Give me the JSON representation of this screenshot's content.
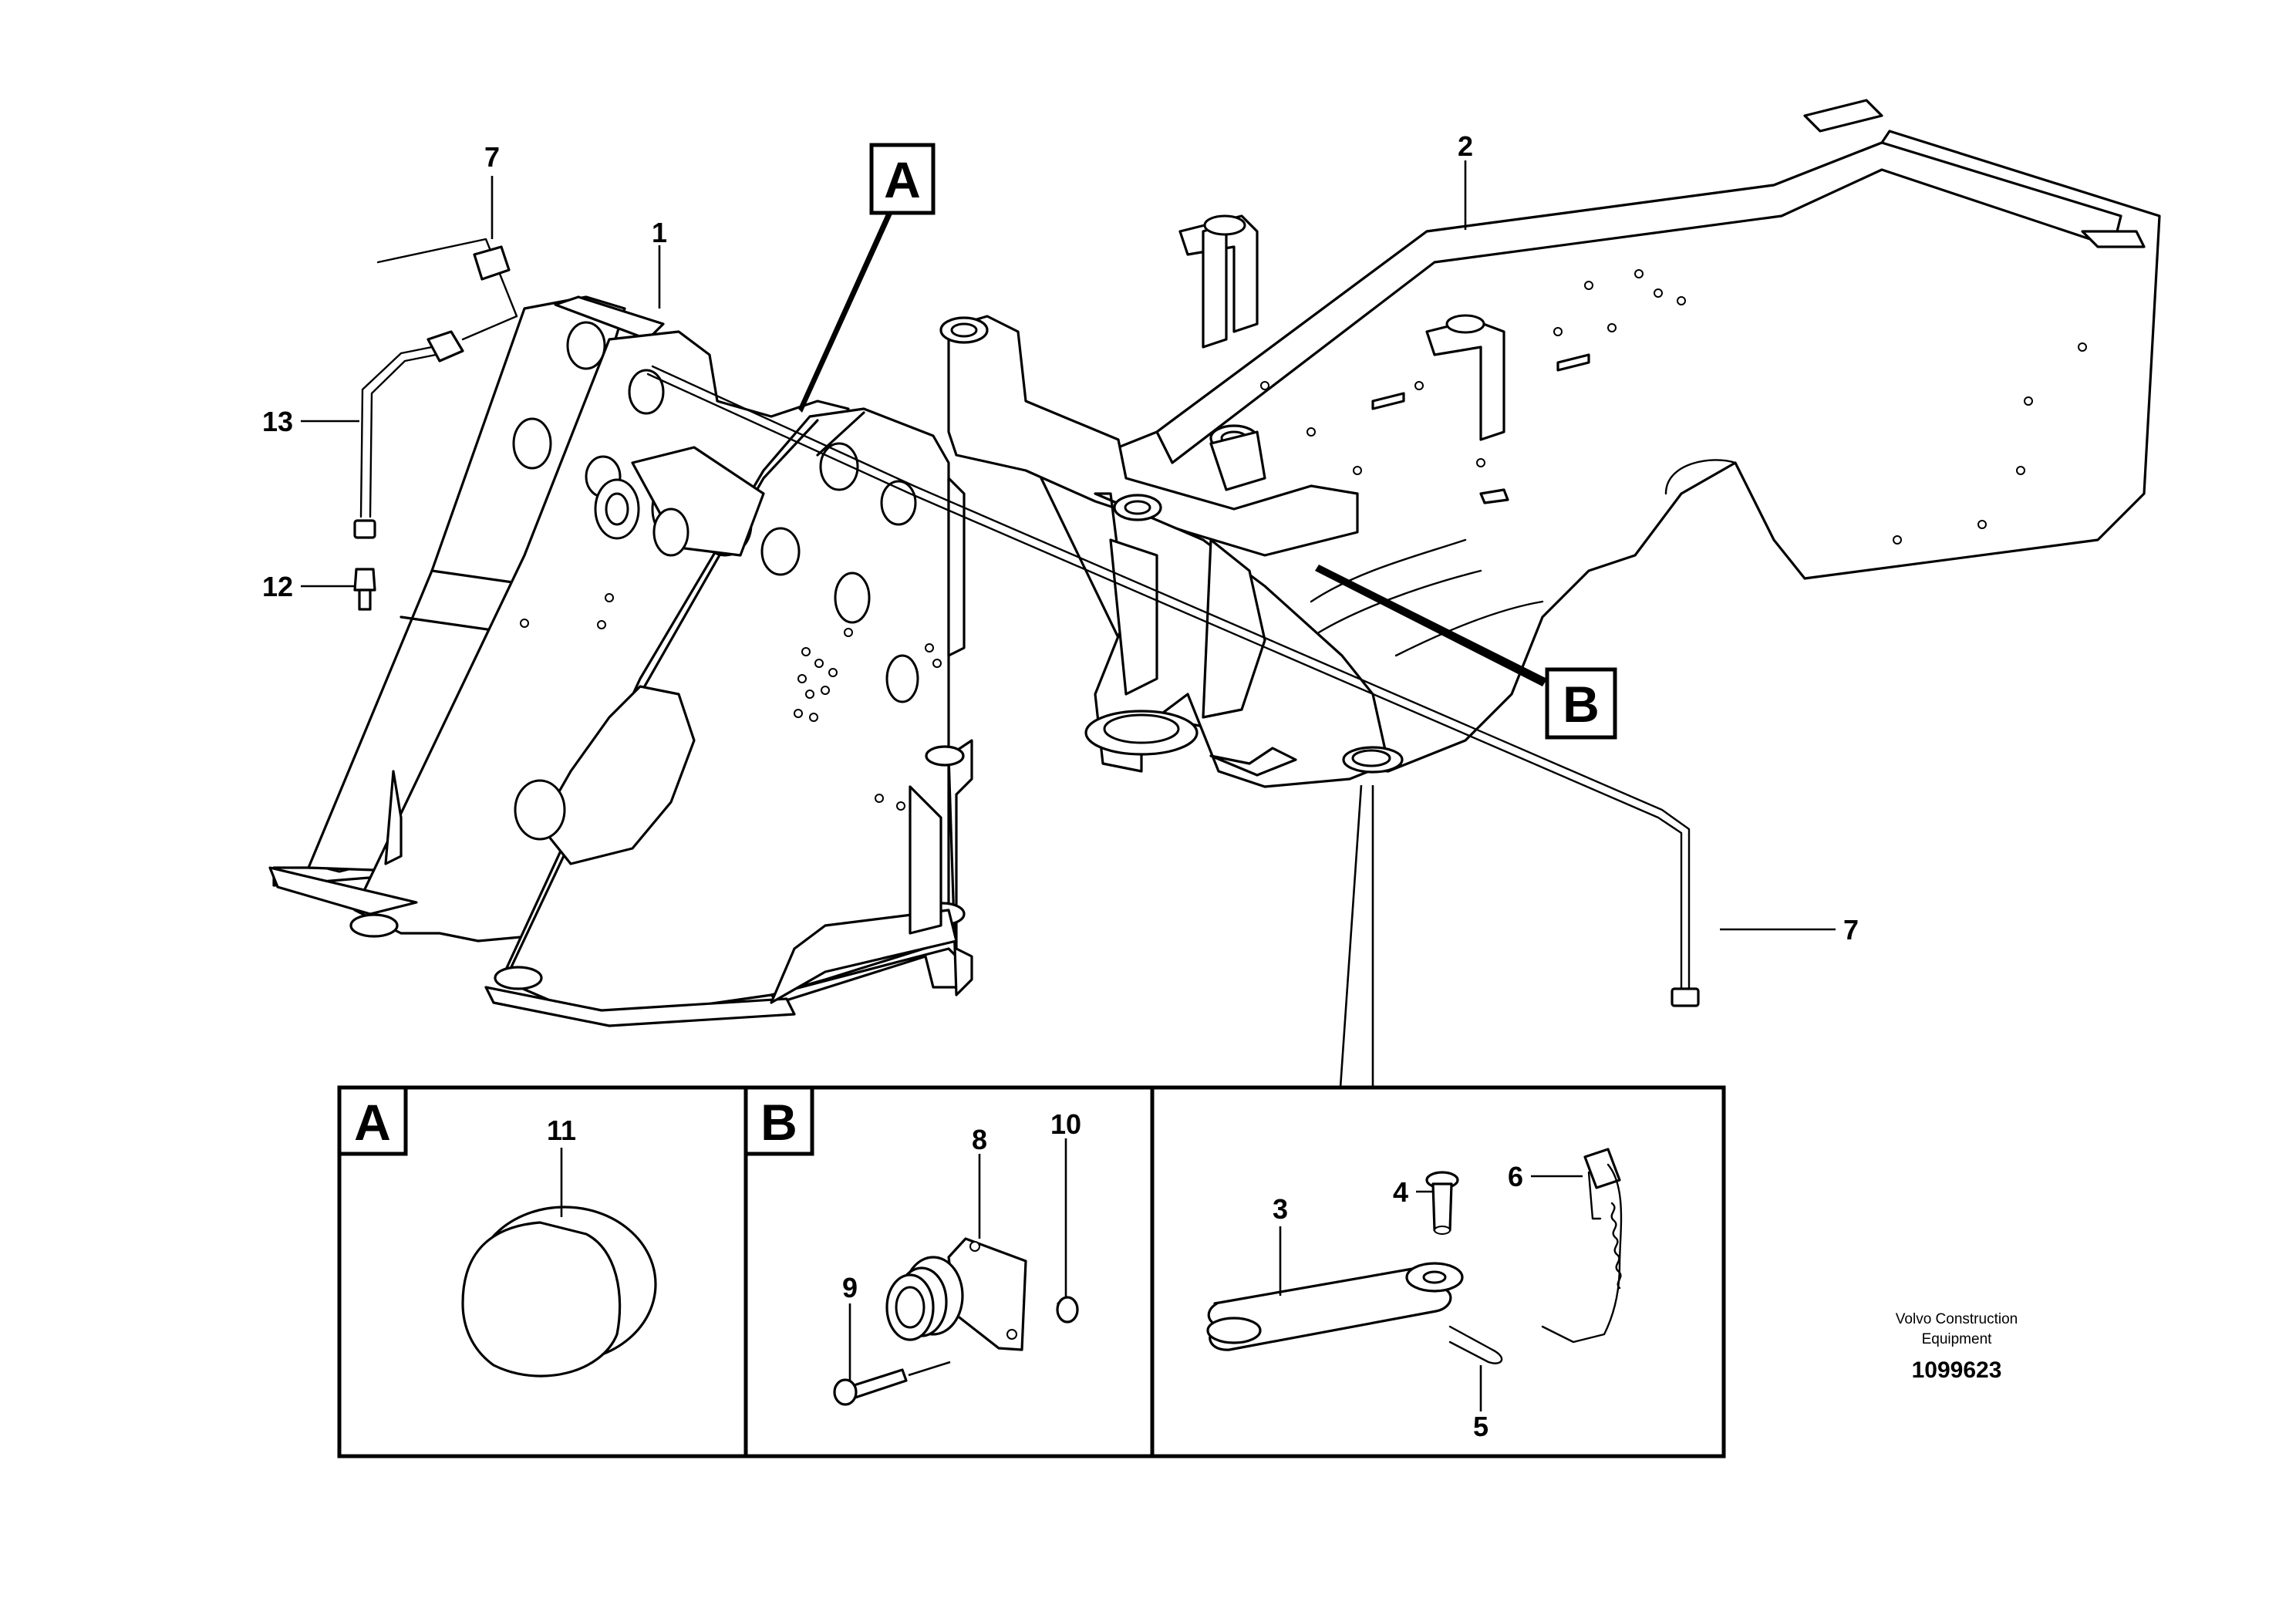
{
  "callouts": {
    "c1": "1",
    "c2": "2",
    "c3": "3",
    "c4": "4",
    "c5": "5",
    "c6": "6",
    "c7_top": "7",
    "c7_right": "7",
    "c8": "8",
    "c9": "9",
    "c10": "10",
    "c11": "11",
    "c12": "12",
    "c13": "13"
  },
  "detail_markers": {
    "a_main": "A",
    "b_main": "B",
    "a_panel": "A",
    "b_panel": "B"
  },
  "credit": {
    "line1": "Volvo Construction",
    "line2": "Equipment",
    "reference": "1099623"
  }
}
